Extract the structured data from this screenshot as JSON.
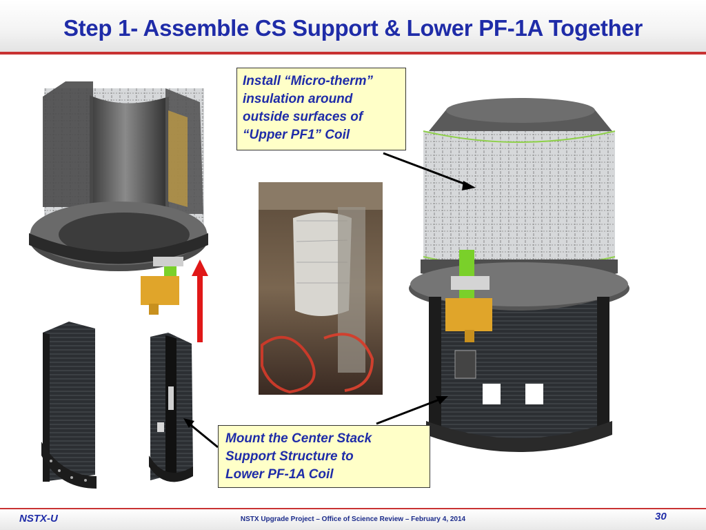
{
  "slide": {
    "title": "Step 1- Assemble CS Support & Lower PF-1A Together",
    "callout_top": [
      "Install “Micro-therm”",
      "insulation around",
      "outside surfaces of",
      "“Upper PF1” Coil"
    ],
    "callout_bottom": [
      "Mount the Center Stack",
      "Support Structure to",
      "Lower PF-1A Coil"
    ]
  },
  "footer": {
    "logo": "NSTX-U",
    "text": "NSTX Upgrade Project – Office of Science Review – February 4, 2014",
    "page_number": "30"
  },
  "colors": {
    "title": "#1f2ca8",
    "rule": "#c83232",
    "callout_fill": "#ffffc8",
    "arrow_red": "#e01818"
  }
}
